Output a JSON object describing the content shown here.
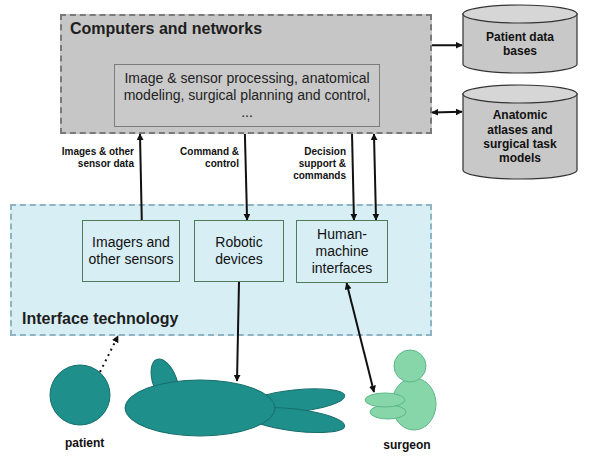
{
  "diagram": {
    "nodes": [
      {
        "text": [
          "Computers and networks"
        ]
      },
      {
        "text": [
          "Image & sensor processing, anatomical modeling, surgical planning and control, ..."
        ],
        "in": 0
      },
      {
        "text": [
          "Patient data bases"
        ]
      },
      {
        "text": [
          "Anatomic atlases and surgical task models"
        ]
      },
      {
        "text": [
          "Interface technology"
        ]
      },
      {
        "text": [
          "Imagers and other sensors"
        ],
        "in": 4
      },
      {
        "text": [
          "Robotic devices"
        ],
        "in": 4
      },
      {
        "text": [
          "Human-machine interfaces"
        ],
        "in": 4
      },
      {
        "text": [
          "patient"
        ]
      },
      {
        "text": [
          "surgeon"
        ]
      }
    ],
    "edges": [
      {
        "from": 0,
        "to": 2,
        "arrow": "to"
      },
      {
        "from": 0,
        "to": 3,
        "arrow": "both"
      },
      {
        "from": 5,
        "to": 0,
        "arrow": "to",
        "label": "Images & other sensor data"
      },
      {
        "from": 0,
        "to": 6,
        "arrow": "to",
        "label": "Command & control"
      },
      {
        "from": 0,
        "to": 7,
        "arrow": "to",
        "label": "Decision support & commands"
      },
      {
        "from": 0,
        "to": 7,
        "arrow": "both"
      },
      {
        "from": 6,
        "to": 8,
        "arrow": "to"
      },
      {
        "from": 8,
        "to": 4,
        "arrow": "to"
      },
      {
        "from": 7,
        "to": 9,
        "arrow": "both"
      }
    ]
  }
}
